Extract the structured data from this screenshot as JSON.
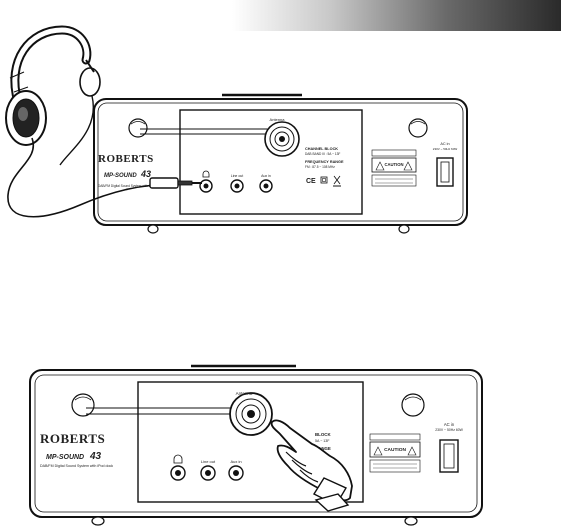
{
  "unit": {
    "brand": "ROBERTS",
    "model": "MP-SOUND",
    "model_number": "43",
    "tagline": "DAB/FM Digital Sound System with iPod dock",
    "antenna_label": "Antenna",
    "line_out_label": "Line out",
    "aux_in_label": "Aux in",
    "channel_block_title": "CHANNEL BLOCK",
    "channel_block_value": "DAB BAND III : 5A ~ 13F",
    "frequency_range_title": "FREQUENCY RANGE",
    "frequency_range_value": "FM : 87.5 ~ 108 MHz",
    "caution_label": "CAUTION",
    "ac_in_label": "AC in",
    "ac_in_value": "230V ~ 50Hz 60W"
  },
  "unit_bottom": {
    "channel_block_title": "BLOCK",
    "channel_block_value": "5A ~ 13F",
    "frequency_range_title": "RANGE",
    "frequency_range_value": "MHz"
  }
}
